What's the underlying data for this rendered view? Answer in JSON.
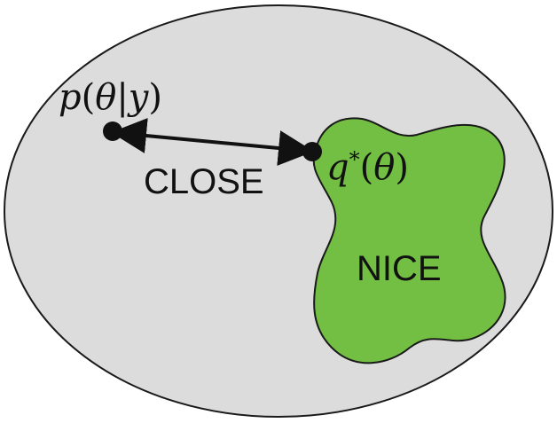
{
  "diagram": {
    "posterior_label": {
      "p": "p",
      "open": "(",
      "theta": "θ",
      "bar": "|",
      "y": "y",
      "close": ")"
    },
    "approx_label": {
      "q": "q",
      "star": "*",
      "open": "(",
      "theta": "θ",
      "close": ")"
    },
    "close_label": "CLOSE",
    "nice_label": "NICE",
    "colors": {
      "ellipse_fill": "#dcdcdd",
      "ellipse_stroke": "#1a1a1a",
      "blob_fill": "#72bf44",
      "blob_stroke": "#1a1a1a",
      "arrow": "#111111",
      "points": "#111111"
    }
  }
}
